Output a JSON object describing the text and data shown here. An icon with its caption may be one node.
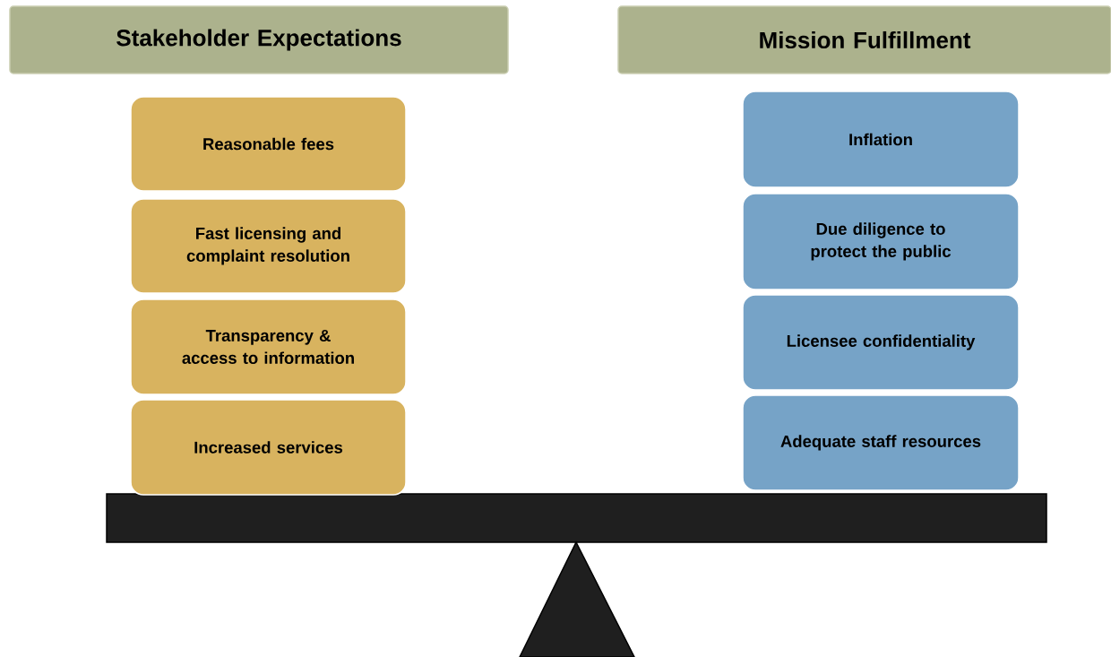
{
  "diagram": {
    "nodes": [
      {
        "text": [
          "Stakeholder Expectations"
        ]
      },
      {
        "text": [
          "Mission Fulfillment"
        ]
      },
      {
        "text": [
          "Reasonable fees"
        ]
      },
      {
        "text": [
          "Fast licensing and complaint resolution"
        ]
      },
      {
        "text": [
          "Transparency & access to information"
        ]
      },
      {
        "text": [
          "Increased services"
        ]
      },
      {
        "text": [
          "Inflation"
        ]
      },
      {
        "text": [
          "Due diligence to protect the public"
        ]
      },
      {
        "text": [
          "Licensee confidentiality"
        ]
      },
      {
        "text": [
          "Adequate staff resources"
        ]
      }
    ]
  }
}
